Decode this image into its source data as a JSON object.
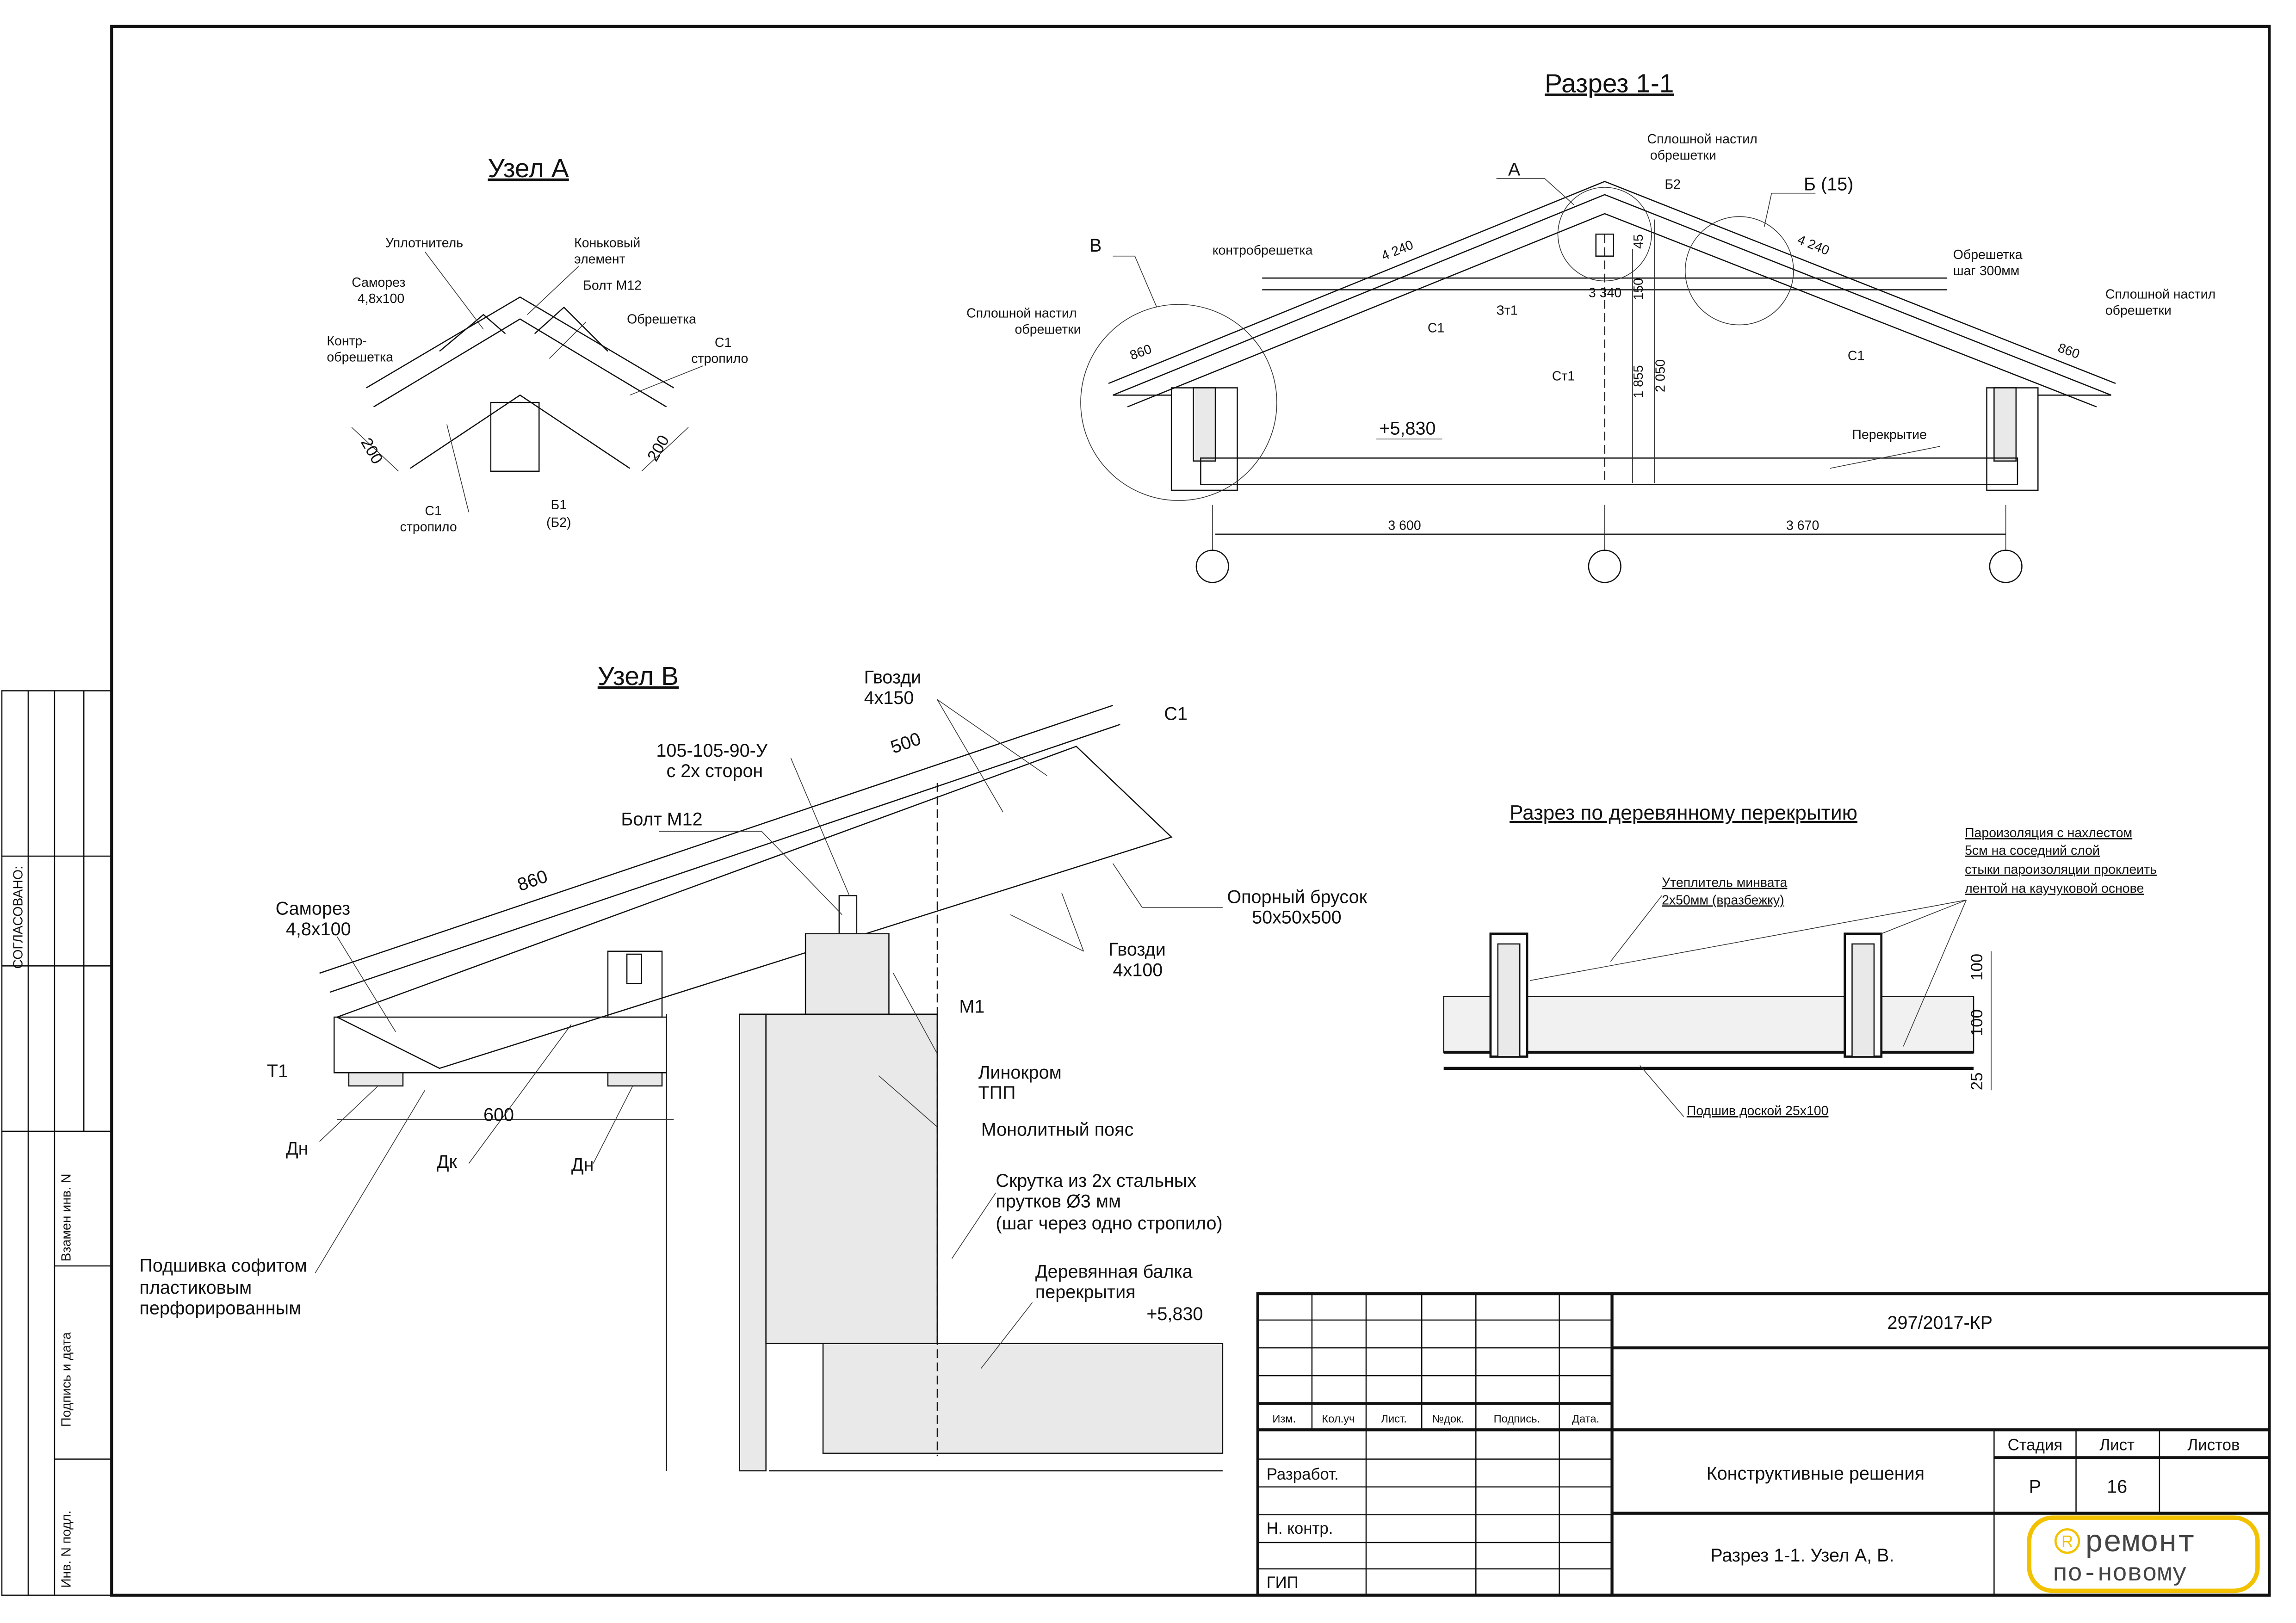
{
  "stamp_strip": {
    "agreed": "СОГЛАСОВАНО:",
    "replace_inv": "Взамен инв. N",
    "sign_date": "Подпись и дата",
    "inv_orig": "Инв. N подл."
  },
  "section_1_1": {
    "title": "Разрез 1-1",
    "callout_a": "А",
    "callout_b2": "Б2",
    "callout_b15": "Б (15)",
    "callout_v": "В",
    "ridge_deck": [
      "Сплошной настил",
      "обрешетки"
    ],
    "left_deck": [
      "Сплошной настил",
      "обрешетки"
    ],
    "right_deck": [
      "Сплошной настил",
      "обрешетки"
    ],
    "counter_batten": "контробрешетка",
    "batten": [
      "Обрешетка",
      "шаг 300мм"
    ],
    "slope_left": "4 240",
    "slope_right": "4 240",
    "eave_left": "860",
    "eave_right": "860",
    "rafter_left": "С1",
    "rafter_right": "С1",
    "tie": "Зт1",
    "tie_len": "3 340",
    "dim_150": "150",
    "dim_45": "45",
    "post": "Ст1",
    "dim_1855": "1 855",
    "dim_2050": "2 050",
    "level": "+5,830",
    "floor": "Перекрытие",
    "span_left": "3 600",
    "span_right": "3 670"
  },
  "node_a": {
    "title": "Узел А",
    "seal": "Уплотнитель",
    "ridge": [
      "Коньковый",
      "элемент"
    ],
    "screw": [
      "Саморез",
      "4,8х100"
    ],
    "bolt": "Болт М12",
    "batten": "Обрешетка",
    "counter": [
      "Контр-",
      "обрешетка"
    ],
    "rafter_right": [
      "С1",
      "стропило"
    ],
    "rafter_left": [
      "С1",
      "стропило"
    ],
    "dim_left": "200",
    "dim_right": "200",
    "beam": [
      "Б1",
      "(Б2)"
    ]
  },
  "node_v": {
    "title": "Узел В",
    "nails_top": [
      "Гвозди",
      "4х150"
    ],
    "rafter": "С1",
    "bracket": [
      "105-105-90-У",
      "с 2х сторон"
    ],
    "dim_500": "500",
    "bolt": "Болт М12",
    "dim_860": "860",
    "support": [
      "Опорный брусок",
      "50х50х500"
    ],
    "screw": [
      "Саморез",
      "4,8х100"
    ],
    "nails_bottom": [
      "Гвозди",
      "4х100"
    ],
    "m1": "М1",
    "t1": "Т1",
    "linocrom": [
      "Линокром",
      "ТПП"
    ],
    "dim_600": "600",
    "belt": "Монолитный пояс",
    "dn_left": "Дн",
    "dk": "Дк",
    "dn_right": "Дн",
    "twist": [
      "Скрутка из 2х стальных",
      "прутков Ø3 мм",
      "(шаг через одно стропило)"
    ],
    "beam": [
      "Деревянная балка",
      "перекрытия"
    ],
    "level": "+5,830",
    "soffit": [
      "Подшивка софитом",
      "пластиковым",
      "перфорированным"
    ]
  },
  "floor_section": {
    "title": "Разрез по деревянному перекрытию",
    "vapor": [
      "Пароизоляция с нахлестом",
      "5см на соседний слой",
      "стыки пароизоляции проклеить",
      "лентой на каучуковой основе"
    ],
    "insulation": [
      "Утеплитель минвата",
      "2х50мм (вразбежку)"
    ],
    "ceiling": "Подшив доской 25х100",
    "dims": [
      "100",
      "100",
      "25"
    ]
  },
  "title_block": {
    "code": "297/2017-КР",
    "headers": [
      "Изм.",
      "Кол.уч",
      "Лист.",
      "№док.",
      "Подпись.",
      "Дата."
    ],
    "roles": [
      "Разработ.",
      "Н. контр.",
      "ГИП"
    ],
    "doc_title": "Конструктивные решения",
    "sheet_title": "Разрез 1-1. Узел А, В.",
    "stage_label": "Стадия",
    "sheet_label": "Лист",
    "sheets_label": "Листов",
    "stage": "Р",
    "sheet": "16",
    "logo": {
      "line1": "ремонт",
      "line2": "по-новому",
      "mark": "R",
      "color": "#f2c200"
    }
  }
}
